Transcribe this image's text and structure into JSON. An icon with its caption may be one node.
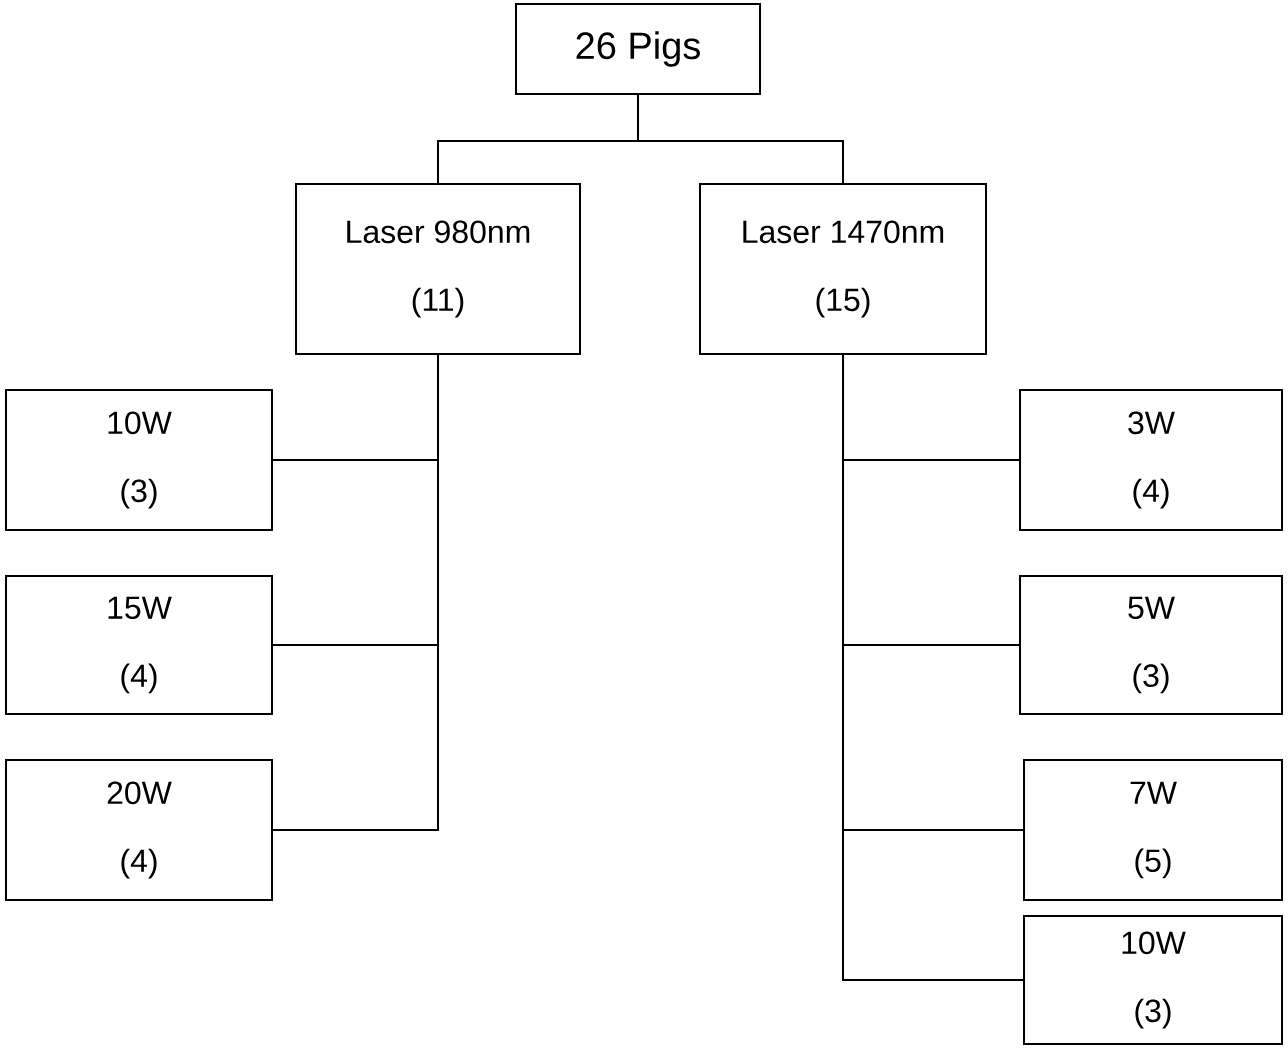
{
  "diagram": {
    "nodes": [
      {
        "text": [
          "26 Pigs"
        ]
      },
      {
        "text": [
          "Laser 980nm",
          "(11)"
        ]
      },
      {
        "text": [
          "Laser 1470nm",
          "(15)"
        ]
      },
      {
        "text": [
          "10W",
          "(3)"
        ]
      },
      {
        "text": [
          "15W",
          "(4)"
        ]
      },
      {
        "text": [
          "20W",
          "(4)"
        ]
      },
      {
        "text": [
          "3W",
          "(4)"
        ]
      },
      {
        "text": [
          "5W",
          "(3)"
        ]
      },
      {
        "text": [
          "7W",
          "(5)"
        ]
      },
      {
        "text": [
          "10W",
          "(3)"
        ]
      }
    ],
    "edges": [
      {
        "from": 0,
        "to": 1,
        "arrow": "none"
      },
      {
        "from": 0,
        "to": 2,
        "arrow": "none"
      },
      {
        "from": 1,
        "to": 3,
        "arrow": "none"
      },
      {
        "from": 1,
        "to": 4,
        "arrow": "none"
      },
      {
        "from": 1,
        "to": 5,
        "arrow": "none"
      },
      {
        "from": 2,
        "to": 6,
        "arrow": "none"
      },
      {
        "from": 2,
        "to": 7,
        "arrow": "none"
      },
      {
        "from": 2,
        "to": 8,
        "arrow": "none"
      },
      {
        "from": 2,
        "to": 9,
        "arrow": "none"
      }
    ]
  }
}
